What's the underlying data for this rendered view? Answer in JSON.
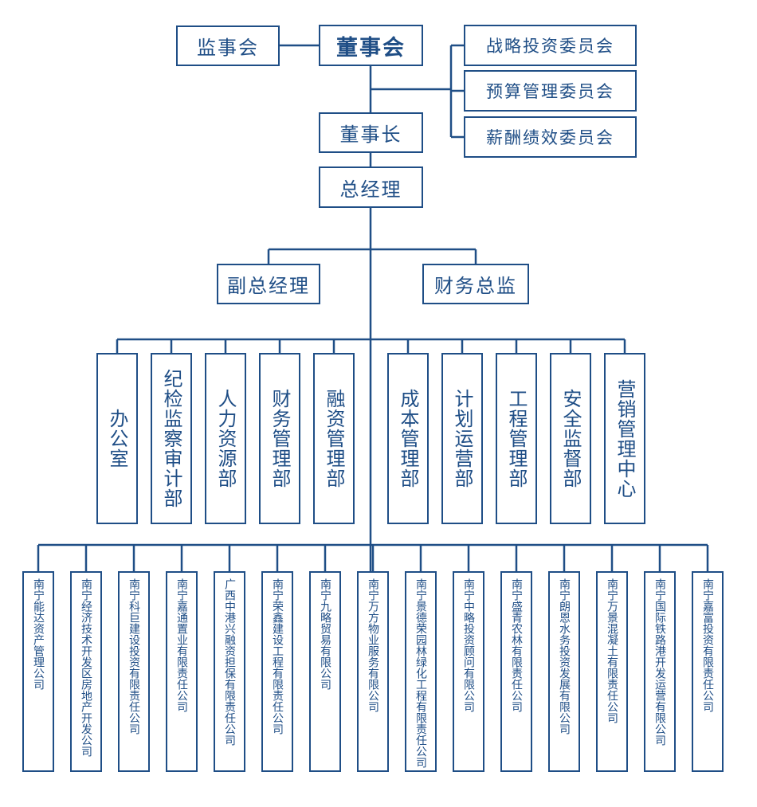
{
  "top": {
    "supervisory_board": "监事会",
    "board": "董事会",
    "committees": [
      "战略投资委员会",
      "预算管理委员会",
      "薪酬绩效委员会"
    ],
    "chairman": "董事长",
    "general_manager": "总经理",
    "deputy_gm": "副总经理",
    "cfo": "财务总监"
  },
  "departments": [
    "办公室",
    "纪检监察审计部",
    "人力资源部",
    "财务管理部",
    "融资管理部",
    "成本管理部",
    "计划运营部",
    "工程管理部",
    "安全监督部",
    "营销管理中心"
  ],
  "companies": [
    "南宁能达资产管理公司",
    "南宁经济技术开发区房地产开发公司",
    "南宁科巨建设投资有限责任公司",
    "南宁嘉通置业有限责任公司",
    "广西中港兴融资担保有限责任公司",
    "南宁荣鑫建设工程有限责任公司",
    "南宁九略贸易有限公司",
    "南宁万方物业服务有限公司",
    "南宁景德荣园林绿化工程有限责任公司",
    "南宁中略投资顾问有限公司",
    "南宁盛青农林有限责任公司",
    "南宁朗恩水务投资发展有限公司",
    "南宁万景混凝土有限责任公司",
    "南宁国际铁路港开发运营有限公司",
    "南宁嘉富投资有限责任公司"
  ],
  "colors": {
    "line": "#1f4e86",
    "text": "#1f4e86",
    "background": "#ffffff"
  }
}
